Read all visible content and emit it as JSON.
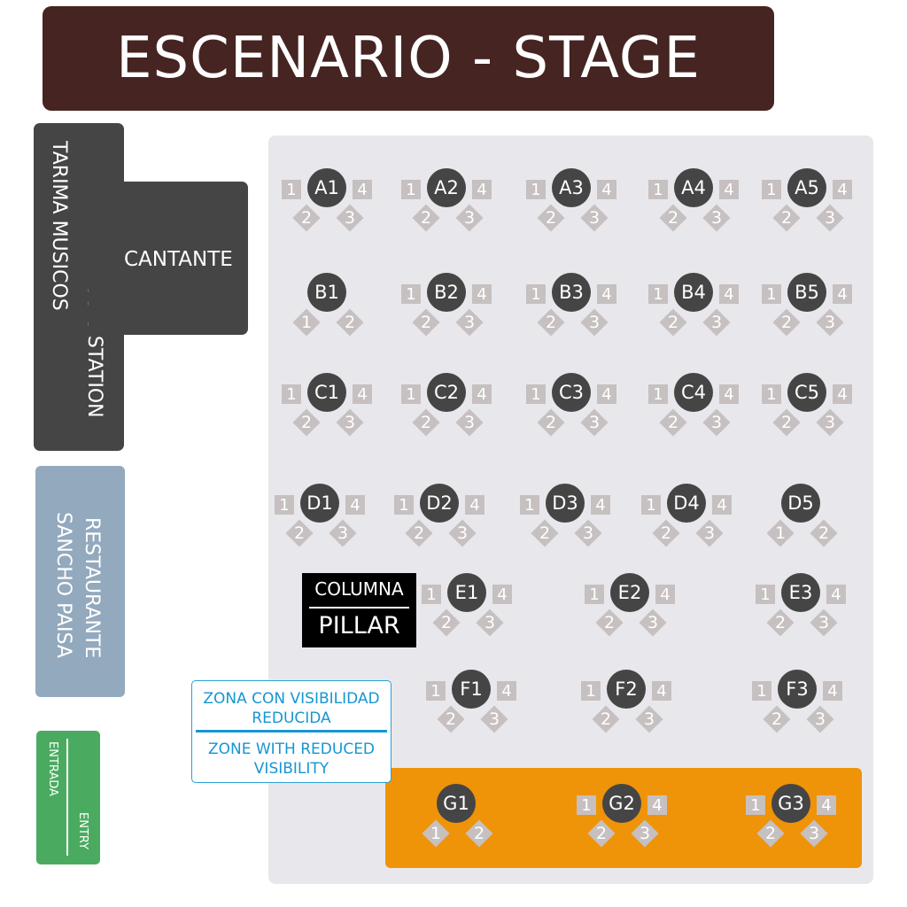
{
  "colors": {
    "stage": "#452421",
    "music": "#454545",
    "restaurant": "#93a9bd",
    "entry": "#4aab60",
    "floor": "#e8e8ec",
    "gzone": "#ef9309",
    "table": "#454545",
    "seat": "#c6c0c1",
    "pillar": "#000000",
    "zone_text": "#1696d2"
  },
  "stage": {
    "label": "ESCENARIO - STAGE"
  },
  "music_station": {
    "label_es": "TARIMA MUSICOS",
    "label_en": "MUSIC STATION",
    "singer": "CANTANTE"
  },
  "restaurant": {
    "line1": "RESTAURANTE",
    "line2": "SANCHO PAISA"
  },
  "entry": {
    "label_es": "ENTRADA",
    "label_en": "ENTRY"
  },
  "pillar": {
    "label_es": "COLUMNA",
    "label_en": "PILLAR"
  },
  "reduced_zone": {
    "label_es": "ZONA CON VISIBILIDAD REDUCIDA",
    "label_en": "ZONE WITH REDUCED VISIBILITY"
  },
  "tables": [
    {
      "id": "A1",
      "seats": 4
    },
    {
      "id": "A2",
      "seats": 4
    },
    {
      "id": "A3",
      "seats": 4
    },
    {
      "id": "A4",
      "seats": 4
    },
    {
      "id": "A5",
      "seats": 4
    },
    {
      "id": "B1",
      "seats": 2
    },
    {
      "id": "B2",
      "seats": 4
    },
    {
      "id": "B3",
      "seats": 4
    },
    {
      "id": "B4",
      "seats": 4
    },
    {
      "id": "B5",
      "seats": 4
    },
    {
      "id": "C1",
      "seats": 4
    },
    {
      "id": "C2",
      "seats": 4
    },
    {
      "id": "C3",
      "seats": 4
    },
    {
      "id": "C4",
      "seats": 4
    },
    {
      "id": "C5",
      "seats": 4
    },
    {
      "id": "D1",
      "seats": 4
    },
    {
      "id": "D2",
      "seats": 4
    },
    {
      "id": "D3",
      "seats": 4
    },
    {
      "id": "D4",
      "seats": 4
    },
    {
      "id": "D5",
      "seats": 2
    },
    {
      "id": "E1",
      "seats": 4
    },
    {
      "id": "E2",
      "seats": 4
    },
    {
      "id": "E3",
      "seats": 4
    },
    {
      "id": "F1",
      "seats": 4
    },
    {
      "id": "F2",
      "seats": 4
    },
    {
      "id": "F3",
      "seats": 4
    },
    {
      "id": "G1",
      "seats": 2
    },
    {
      "id": "G2",
      "seats": 4
    },
    {
      "id": "G3",
      "seats": 4
    }
  ]
}
